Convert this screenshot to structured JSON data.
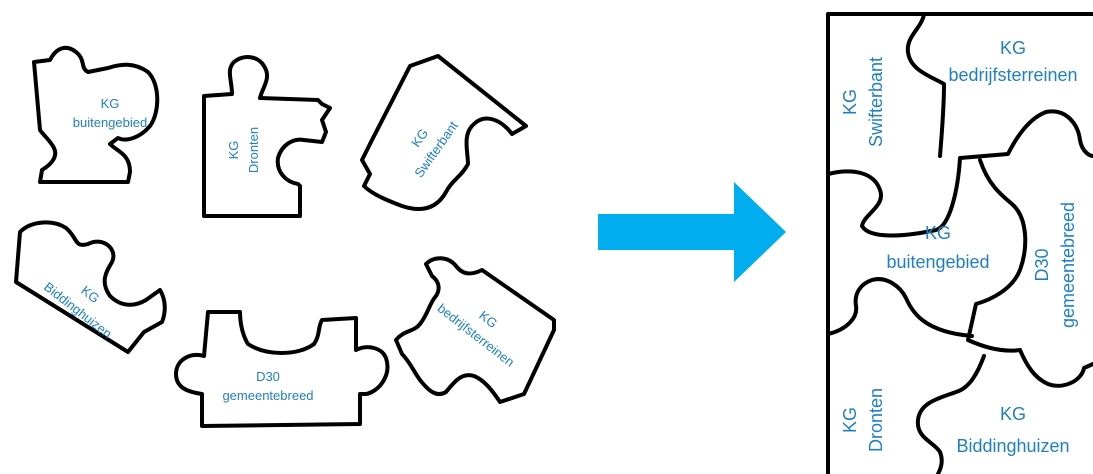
{
  "colors": {
    "label": "#1f7fc4",
    "arrow": "#00adef",
    "outline": "#000000",
    "background": "#ffffff"
  },
  "scattered_pieces": [
    {
      "lines": [
        "KG",
        "buitengebied"
      ]
    },
    {
      "lines": [
        "KG",
        "Dronten"
      ]
    },
    {
      "lines": [
        "KG",
        "Swifterbant"
      ]
    },
    {
      "lines": [
        "KG",
        "Biddinghuizen"
      ]
    },
    {
      "lines": [
        "D30",
        "gemeentebreed"
      ]
    },
    {
      "lines": [
        "KG",
        "bedrijfsterreinen"
      ]
    }
  ],
  "arrow": {
    "direction": "right",
    "icon": "arrow-right-icon"
  },
  "assembled_puzzle": {
    "pieces": [
      {
        "lines": [
          "KG",
          "Swifterbant"
        ]
      },
      {
        "lines": [
          "KG",
          "bedrijfsterreinen"
        ]
      },
      {
        "lines": [
          "KG",
          "buitengebied"
        ]
      },
      {
        "lines": [
          "D30",
          "gemeentebreed"
        ]
      },
      {
        "lines": [
          "KG",
          "Dronten"
        ]
      },
      {
        "lines": [
          "KG",
          "Biddinghuizen"
        ]
      }
    ]
  }
}
